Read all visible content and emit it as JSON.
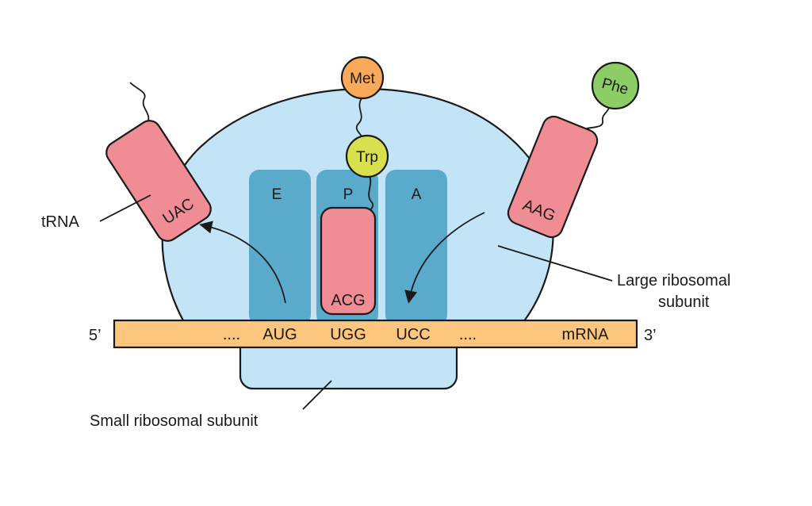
{
  "colors": {
    "ribosome": "#c3e4f7",
    "site": "#5aaacc",
    "mrna": "#fdc67f",
    "trna": "#f08c94",
    "met": "#f9a95a",
    "trp": "#d9e04d",
    "phe": "#8ccd66"
  },
  "mrna": {
    "five_prime": "5’",
    "three_prime": "3’",
    "label": "mRNA",
    "dots_left": "....",
    "dots_right": "....",
    "codons": [
      "AUG",
      "UGG",
      "UCC"
    ]
  },
  "sites": {
    "e": "E",
    "p": "P",
    "a": "A"
  },
  "trnas": {
    "left_anticodon": "UAC",
    "p_anticodon": "ACG",
    "right_anticodon": "AAG"
  },
  "amino_acids": {
    "met": "Met",
    "trp": "Trp",
    "phe": "Phe"
  },
  "labels": {
    "trna": "tRNA",
    "large_line1": "Large ribosomal",
    "large_line2": "subunit",
    "small": "Small ribosomal subunit"
  }
}
